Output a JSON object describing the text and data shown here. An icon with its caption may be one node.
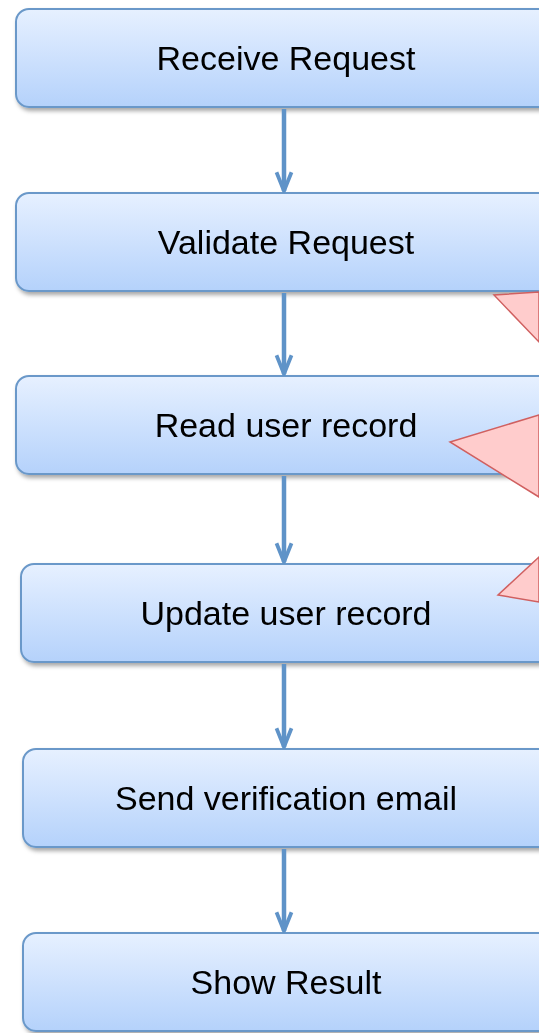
{
  "diagram": {
    "nodes": [
      {
        "text": [
          "Receive Request"
        ]
      },
      {
        "text": [
          "Validate Request"
        ]
      },
      {
        "text": [
          "Read user record"
        ]
      },
      {
        "text": [
          "Update user record"
        ]
      },
      {
        "text": [
          "Send verification email"
        ]
      },
      {
        "text": [
          "Show Result"
        ]
      }
    ],
    "edges": [
      {
        "from": 0,
        "to": 1,
        "arrow": "to"
      },
      {
        "from": 1,
        "to": 2,
        "arrow": "to"
      },
      {
        "from": 2,
        "to": 3,
        "arrow": "to"
      },
      {
        "from": 3,
        "to": 4,
        "arrow": "to"
      },
      {
        "from": 4,
        "to": 5,
        "arrow": "to"
      },
      {
        "from": null,
        "to": 1,
        "arrow": "to",
        "color": "#ffcccc"
      },
      {
        "from": null,
        "to": 2,
        "arrow": "to",
        "color": "#ffcccc"
      },
      {
        "from": null,
        "to": 3,
        "arrow": "to",
        "color": "#ffcccc"
      }
    ]
  }
}
